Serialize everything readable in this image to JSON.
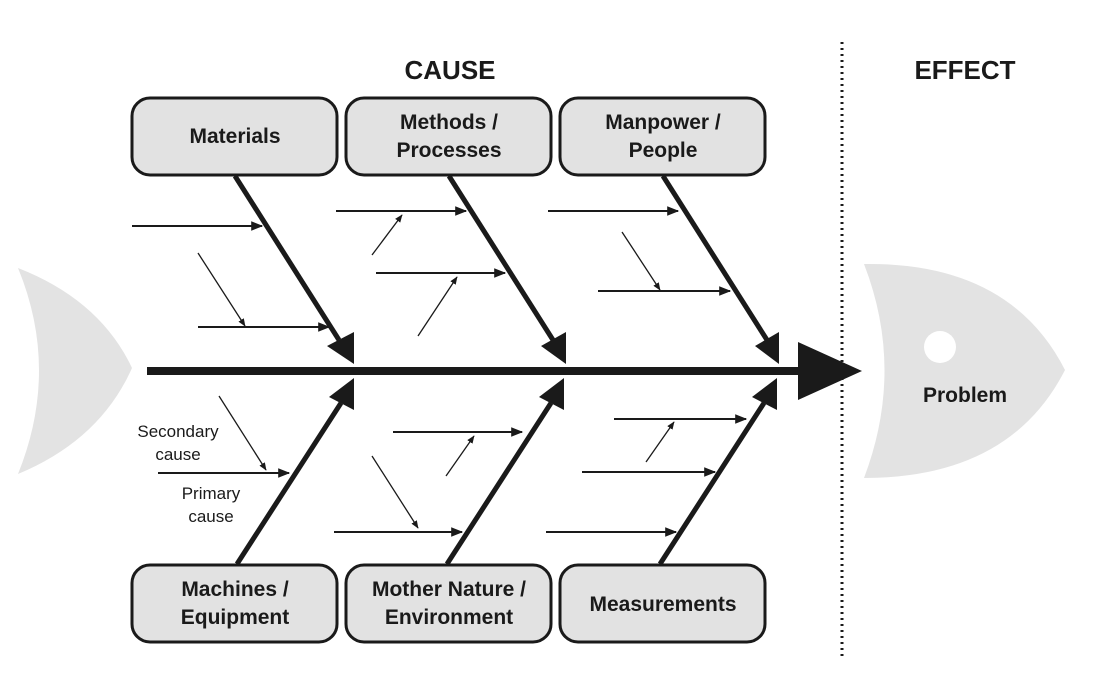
{
  "headings": {
    "cause": "CAUSE",
    "effect": "EFFECT"
  },
  "effect": {
    "label": "Problem"
  },
  "categories": {
    "top": [
      {
        "lines": [
          "Materials"
        ]
      },
      {
        "lines": [
          "Methods /",
          "Processes"
        ]
      },
      {
        "lines": [
          "Manpower /",
          "People"
        ]
      }
    ],
    "bottom": [
      {
        "lines": [
          "Machines /",
          "Equipment"
        ]
      },
      {
        "lines": [
          "Mother Nature /",
          "Environment"
        ]
      },
      {
        "lines": [
          "Measurements"
        ]
      }
    ]
  },
  "annotations": {
    "secondary": [
      "Secondary",
      "cause"
    ],
    "primary": [
      "Primary",
      "cause"
    ]
  },
  "colors": {
    "line": "#1a1a1a",
    "box_fill": "#e2e2e2",
    "fish_fill": "#e3e3e3"
  }
}
